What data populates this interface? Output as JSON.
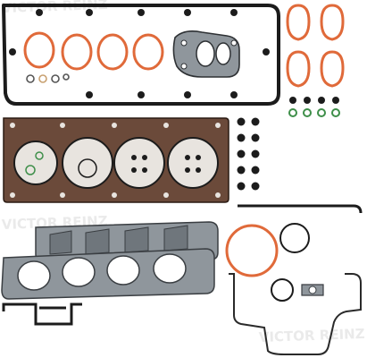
{
  "watermark": {
    "brand_top": "VICTOR REINZ",
    "brand_middle": "VICTOR REINZ",
    "brand_bottom": "VICTOR REINZ"
  },
  "colors": {
    "background": "#ffffff",
    "metal_gray": "#8f969c",
    "metal_dark": "#4a4f54",
    "black_rubber": "#1c1c1c",
    "orange_seal": "#e06a3a",
    "head_gasket_brown": "#6b4a3a",
    "green_oring": "#3f8f4a"
  },
  "parts": [
    "valve-cover-gasket",
    "spark-plug-seals",
    "exhaust-port-gasket-plate",
    "intake-seals-orange",
    "cylinder-head-gasket",
    "valve-stem-seals",
    "exhaust-manifold-gasket",
    "intake-manifold-heat-shield",
    "timing-cover-gasket",
    "oil-pan-seals",
    "o-rings"
  ]
}
